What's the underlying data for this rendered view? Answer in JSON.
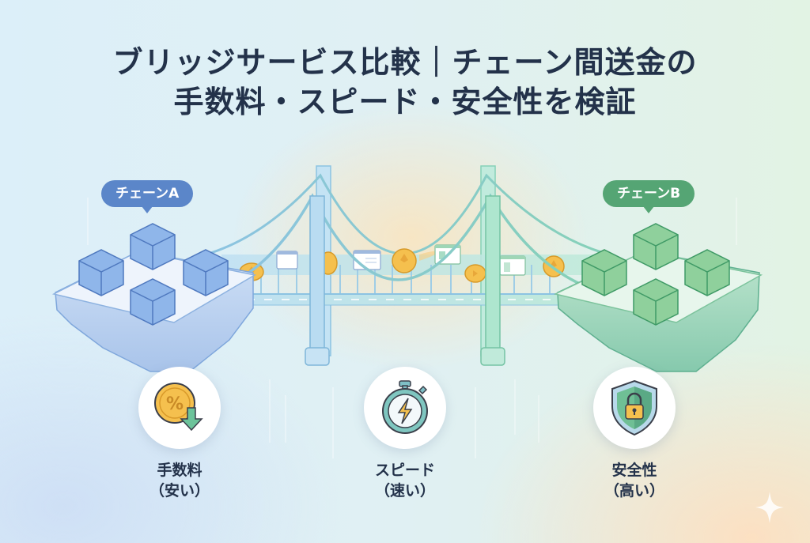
{
  "title": {
    "line1": "ブリッジサービス比較｜チェーン間送金の",
    "line2": "手数料・スピード・安全性を検証"
  },
  "chains": {
    "a": {
      "label": "チェーンA",
      "color": "#5b86c9",
      "block_color": "#8fb6ea"
    },
    "b": {
      "label": "チェーンB",
      "color": "#55a574",
      "block_color": "#8fd09c"
    }
  },
  "bridge": {
    "left_tower_color": "#a9d6ef",
    "right_tower_color": "#a3e2cc",
    "items": [
      "coin-icon",
      "data-packet-icon",
      "coin-icon",
      "data-packet-icon",
      "coin-icon",
      "data-packet-icon",
      "coin-icon",
      "data-packet-icon",
      "coin-icon"
    ]
  },
  "features": [
    {
      "icon": "percent-coin-down-arrow-icon",
      "line1": "手数料",
      "line2": "（安い）"
    },
    {
      "icon": "stopwatch-lightning-icon",
      "line1": "スピード",
      "line2": "（速い）"
    },
    {
      "icon": "shield-lock-icon",
      "line1": "安全性",
      "line2": "（高い）"
    }
  ],
  "colors": {
    "title_text": "#23324a",
    "coin": "#f5c04e",
    "arrow": "#5fb98f"
  }
}
